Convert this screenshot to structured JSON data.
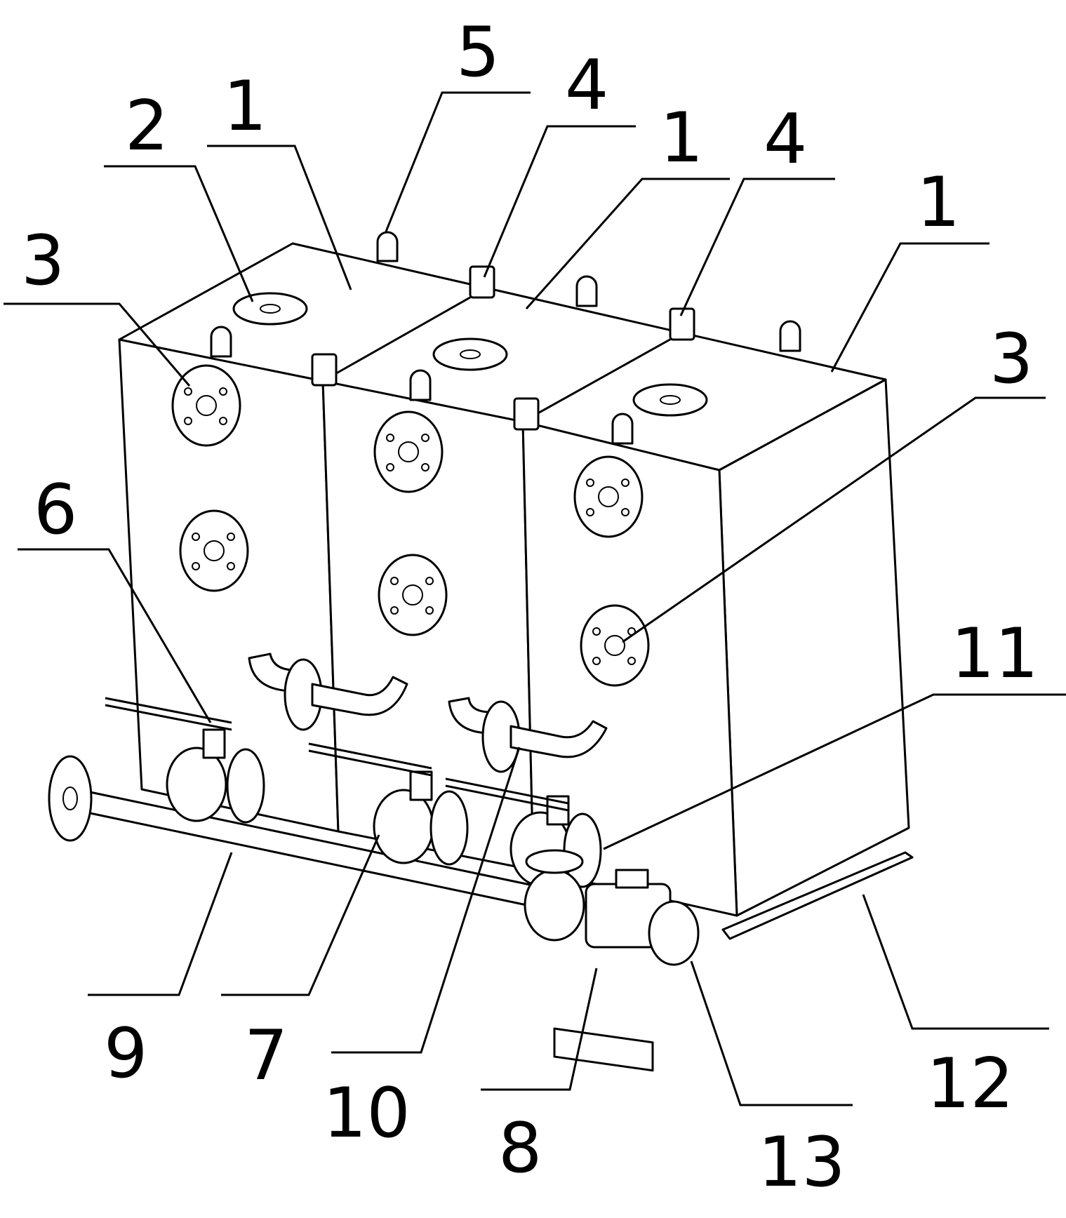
{
  "callouts": [
    {
      "id": "1a",
      "text": "1"
    },
    {
      "id": "2",
      "text": "2"
    },
    {
      "id": "3a",
      "text": "3"
    },
    {
      "id": "5",
      "text": "5"
    },
    {
      "id": "4a",
      "text": "4"
    },
    {
      "id": "1b",
      "text": "1"
    },
    {
      "id": "4b",
      "text": "4"
    },
    {
      "id": "1c",
      "text": "1"
    },
    {
      "id": "3b",
      "text": "3"
    },
    {
      "id": "6",
      "text": "6"
    },
    {
      "id": "11",
      "text": "11"
    },
    {
      "id": "9",
      "text": "9"
    },
    {
      "id": "7",
      "text": "7"
    },
    {
      "id": "10",
      "text": "10"
    },
    {
      "id": "8",
      "text": "8"
    },
    {
      "id": "12",
      "text": "12"
    },
    {
      "id": "13",
      "text": "13"
    }
  ]
}
